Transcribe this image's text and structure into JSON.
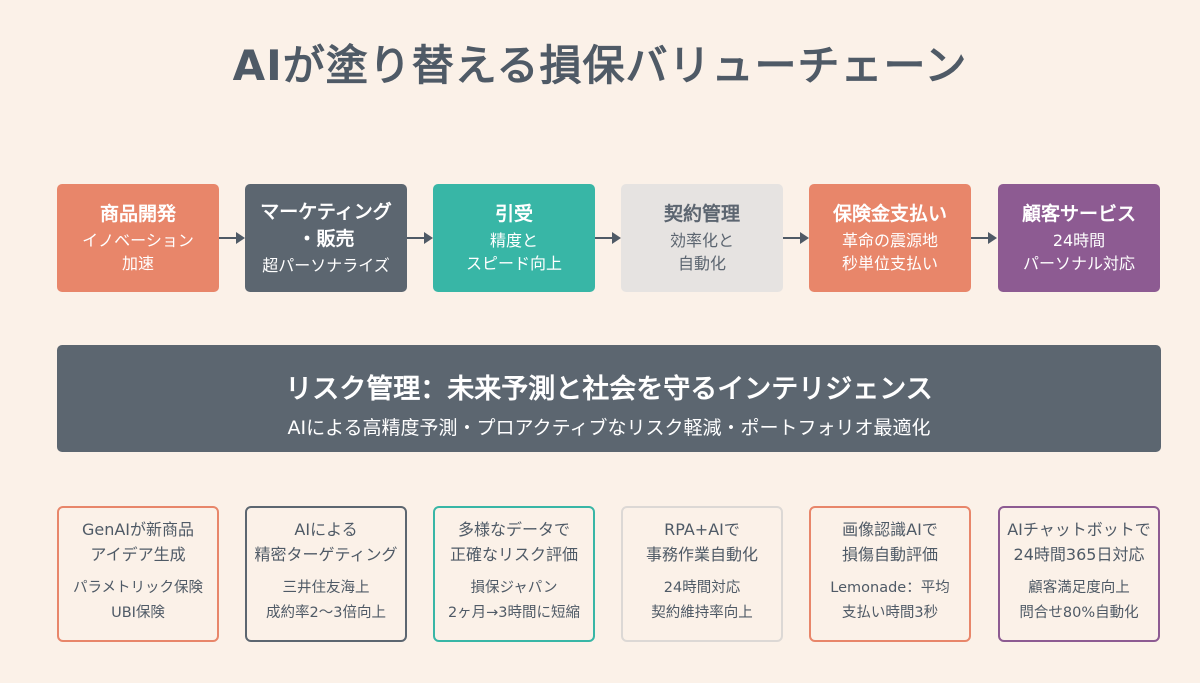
{
  "title": "AIが塗り替える損保バリューチェーン",
  "stages": [
    {
      "name": "商品開発",
      "desc1": "イノベーション",
      "desc2": "加速",
      "color": "#e8866a"
    },
    {
      "name": "マーケティング",
      "name2": "・販売",
      "desc1": "超パーソナライズ",
      "color": "#5c6670"
    },
    {
      "name": "引受",
      "desc1": "精度と",
      "desc2": "スピード向上",
      "color": "#38b6a6"
    },
    {
      "name": "契約管理",
      "desc1": "効率化と",
      "desc2": "自動化",
      "color": "#e6e3e1"
    },
    {
      "name": "保険金支払い",
      "desc1": "革命の震源地",
      "desc2": "秒単位支払い",
      "color": "#e8866a"
    },
    {
      "name": "顧客サービス",
      "desc1": "24時間",
      "desc2": "パーソナル対応",
      "color": "#8d5b92"
    }
  ],
  "risk": {
    "title": "リスク管理：未来予測と社会を守るインテリジェンス",
    "subtitle": "AIによる高精度予測・プロアクティブなリスク軽減・ポートフォリオ最適化",
    "color": "#5c6670"
  },
  "cases": [
    {
      "h1": "GenAIが新商品",
      "h2": "アイデア生成",
      "b1": "パラメトリック保険",
      "b2": "UBI保険",
      "border": "#e8866a"
    },
    {
      "h1": "AIによる",
      "h2": "精密ターゲティング",
      "b1": "三井住友海上",
      "b2": "成約率2〜3倍向上",
      "border": "#5c6670"
    },
    {
      "h1": "多様なデータで",
      "h2": "正確なリスク評価",
      "b1": "損保ジャパン",
      "b2": "2ヶ月→3時間に短縮",
      "border": "#38b6a6"
    },
    {
      "h1": "RPA+AIで",
      "h2": "事務作業自動化",
      "b1": "24時間対応",
      "b2": "契約維持率向上",
      "border": "#dcd8d5"
    },
    {
      "h1": "画像認識AIで",
      "h2": "損傷自動評価",
      "b1": "Lemonade：平均",
      "b2": "支払い時間3秒",
      "border": "#e8866a"
    },
    {
      "h1": "AIチャットボットで",
      "h2": "24時間365日対応",
      "b1": "顧客満足度向上",
      "b2": "問合せ80%自動化",
      "border": "#8d5b92"
    }
  ]
}
